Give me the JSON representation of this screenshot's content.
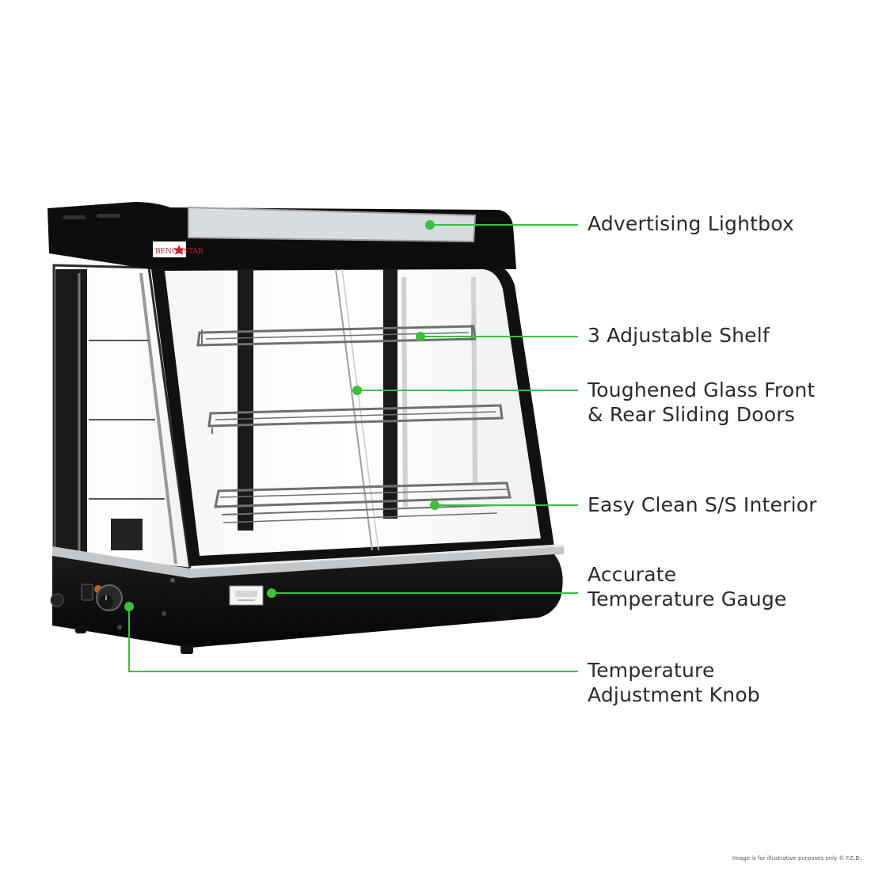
{
  "brand": {
    "logo_text": "BENCHSTAR"
  },
  "callouts": [
    {
      "id": "advertising-lightbox",
      "text": "Advertising Lightbox"
    },
    {
      "id": "adjustable-shelf",
      "text": "3 Adjustable Shelf"
    },
    {
      "id": "sliding-doors",
      "text": "Toughened Glass Front\n& Rear Sliding Doors"
    },
    {
      "id": "ss-interior",
      "text": "Easy Clean S/S Interior"
    },
    {
      "id": "temperature-gauge",
      "text": "Accurate\nTemperature Gauge"
    },
    {
      "id": "adjustment-knob",
      "text": "Temperature\nAdjustment Knob"
    }
  ],
  "footnote": "Image is for illustrative purposes only © F.E.D.",
  "colors": {
    "callout_green": "#39c13a",
    "cabinet_black": "#111111",
    "steel": "#b9bcc0",
    "logo_red": "#c8202b"
  }
}
